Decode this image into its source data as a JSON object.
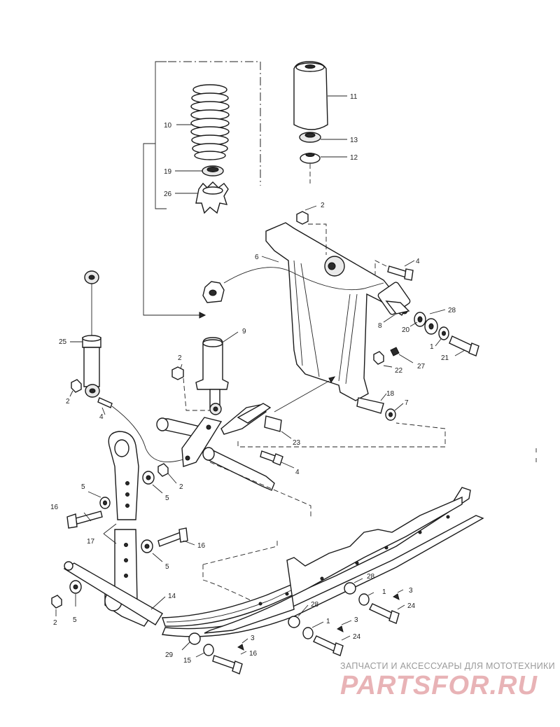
{
  "callouts": {
    "c11": "11",
    "c13": "13",
    "c12": "12",
    "c10": "10",
    "c19": "19",
    "c26": "26",
    "c2a": "2",
    "c6": "6",
    "c4a": "4",
    "c28a": "28",
    "c8": "8",
    "c20": "20",
    "c1a": "1",
    "c21": "21",
    "c22": "22",
    "c27": "27",
    "c9": "9",
    "c25": "25",
    "c2b": "2",
    "c2c": "2",
    "c4b": "4",
    "c18": "18",
    "c7": "7",
    "c23": "23",
    "c4c": "4",
    "c5a": "5",
    "c2d": "2",
    "c5b": "5",
    "c16a": "16",
    "c17": "17",
    "c16b": "16",
    "c5c": "5",
    "c14": "14",
    "c2e": "2",
    "c5d": "5",
    "c28b": "28",
    "c1b": "1",
    "c3a": "3",
    "c24a": "24",
    "c28c": "28",
    "c1c": "1",
    "c3b": "3",
    "c24b": "24",
    "c29": "29",
    "c15": "15",
    "c3c": "3",
    "c16c": "16"
  },
  "watermark": {
    "caption": "ЗАПЧАСТИ И АКСЕССУАРЫ ДЛЯ МОТОТЕХНИКИ",
    "logo": "PARTSFOR.RU"
  }
}
